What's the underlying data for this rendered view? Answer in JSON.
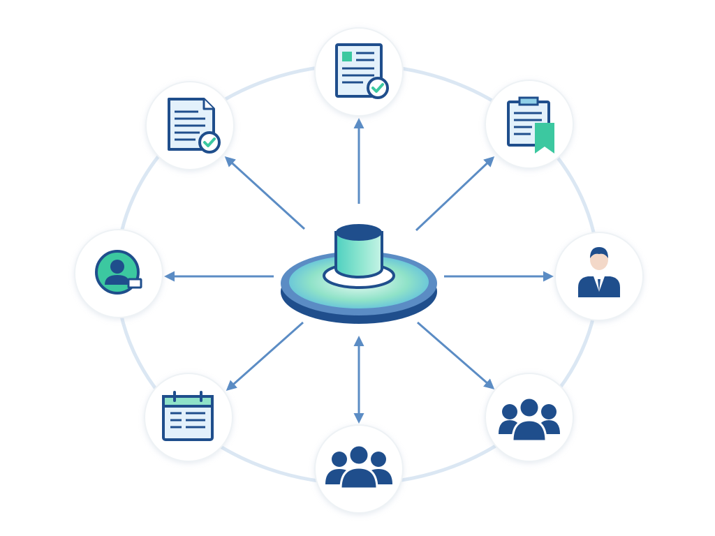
{
  "diagram": {
    "hub": {
      "icon": "database-platform-icon"
    },
    "nodes": [
      {
        "id": "top",
        "icon": "approved-form-icon",
        "arrow": "outward"
      },
      {
        "id": "top-right",
        "icon": "clipboard-bookmark-icon",
        "arrow": "outward"
      },
      {
        "id": "right",
        "icon": "businessman-icon",
        "arrow": "outward"
      },
      {
        "id": "bottom-right",
        "icon": "team-group-icon",
        "arrow": "outward"
      },
      {
        "id": "bottom",
        "icon": "user-group-icon",
        "arrow": "bidirectional"
      },
      {
        "id": "bottom-left",
        "icon": "calendar-icon",
        "arrow": "outward"
      },
      {
        "id": "left",
        "icon": "user-profile-card-icon",
        "arrow": "outward"
      },
      {
        "id": "top-left",
        "icon": "approved-document-icon",
        "arrow": "outward"
      }
    ]
  },
  "colors": {
    "navy": "#1f4e8c",
    "arrow": "#5b8cc4",
    "ring": "#dbe7f3",
    "teal": "#3cc8a0",
    "mint": "#e6f9f3",
    "light_blue": "#e3f1fb"
  }
}
